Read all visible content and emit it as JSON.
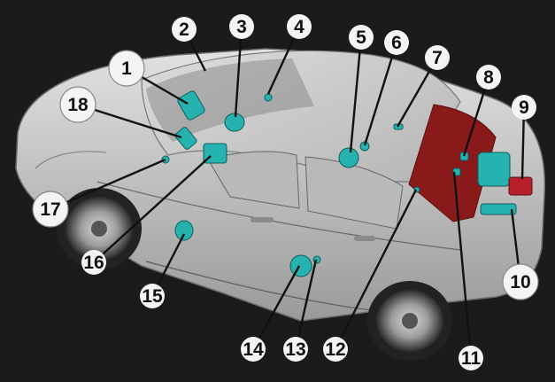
{
  "colors": {
    "background": "#1b1b1b",
    "car_body": "#c7c7c7",
    "component": "#26b3b0",
    "highlight_red": "#8a1a1a",
    "callout_fill": "#f4f4f4",
    "callout_text": "#111111"
  },
  "callouts": [
    {
      "id": "1",
      "label": "1"
    },
    {
      "id": "2",
      "label": "2"
    },
    {
      "id": "3",
      "label": "3"
    },
    {
      "id": "4",
      "label": "4"
    },
    {
      "id": "5",
      "label": "5"
    },
    {
      "id": "6",
      "label": "6"
    },
    {
      "id": "7",
      "label": "7"
    },
    {
      "id": "8",
      "label": "8"
    },
    {
      "id": "9",
      "label": "9"
    },
    {
      "id": "10",
      "label": "10"
    },
    {
      "id": "11",
      "label": "11"
    },
    {
      "id": "12",
      "label": "12"
    },
    {
      "id": "13",
      "label": "13"
    },
    {
      "id": "14",
      "label": "14"
    },
    {
      "id": "15",
      "label": "15"
    },
    {
      "id": "16",
      "label": "16"
    },
    {
      "id": "17",
      "label": "17"
    },
    {
      "id": "18",
      "label": "18"
    }
  ]
}
